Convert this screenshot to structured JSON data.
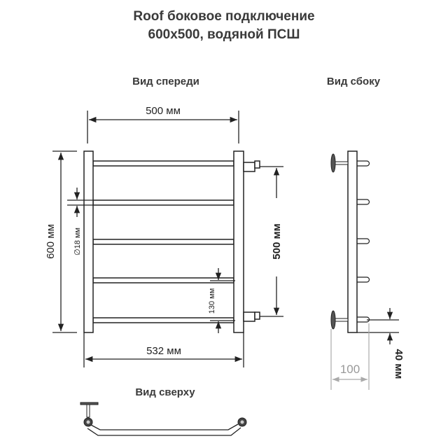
{
  "title": {
    "line1": "Roof боковое подключение",
    "line2": "600x500, водяной ПСШ"
  },
  "views": {
    "front": "Вид спереди",
    "side": "Вид сбоку",
    "top": "Вид сверху"
  },
  "dimensions": {
    "width_top": "500 мм",
    "height": "600 мм",
    "pipe_diameter": "∅18 мм",
    "center_distance": "500 мм",
    "bar_spacing": "130 мм",
    "width_total": "532 мм",
    "depth": "100",
    "bottom_offset": "40 мм"
  }
}
